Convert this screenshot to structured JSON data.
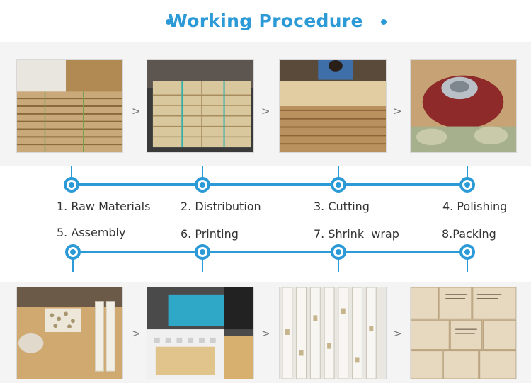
{
  "header": {
    "title": "Working Procedure"
  },
  "steps_top": [
    {
      "label": "1. Raw Materials",
      "photo": "raw-materials-photo"
    },
    {
      "label": "2. Distribution",
      "photo": "distribution-photo"
    },
    {
      "label": "3. Cutting",
      "photo": "cutting-photo"
    },
    {
      "label": "4. Polishing",
      "photo": "polishing-photo"
    }
  ],
  "steps_bottom": [
    {
      "label": "5. Assembly",
      "photo": "assembly-photo"
    },
    {
      "label": "6. Printing",
      "photo": "printing-photo"
    },
    {
      "label": "7. Shrink  wrap",
      "photo": "shrink-wrap-photo"
    },
    {
      "label": "8.Packing",
      "photo": "packing-photo"
    }
  ],
  "arrow_glyph": ">",
  "colors": {
    "accent": "#2b9ad6",
    "text": "#333333",
    "band": "#f4f4f4"
  }
}
